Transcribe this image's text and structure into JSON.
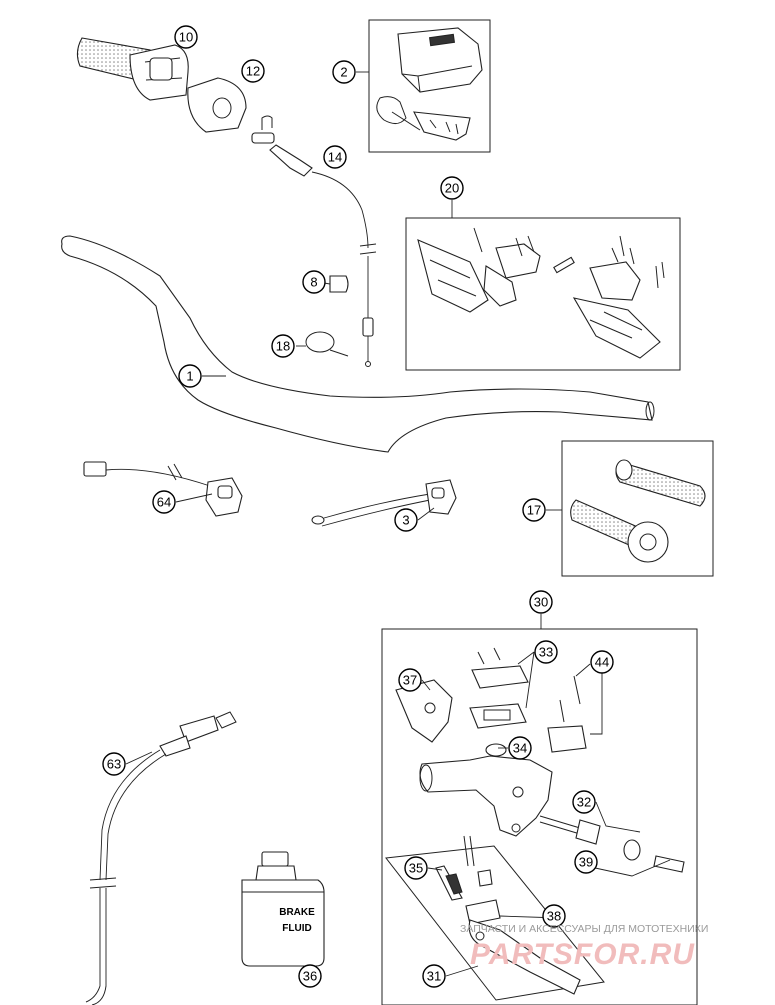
{
  "diagram": {
    "callouts": [
      "10",
      "12",
      "14",
      "2",
      "20",
      "8",
      "18",
      "1",
      "64",
      "3",
      "17",
      "30",
      "33",
      "44",
      "37",
      "34",
      "32",
      "39",
      "63",
      "35",
      "38",
      "31",
      "36"
    ],
    "bottle_label": [
      "BRAKE",
      "FLUID"
    ],
    "watermark": {
      "caption": "ЗАПЧАСТИ И АКСЕССУАРЫ ДЛЯ МОТОТЕХНИКИ",
      "logo": "PARTSFOR.RU"
    }
  }
}
